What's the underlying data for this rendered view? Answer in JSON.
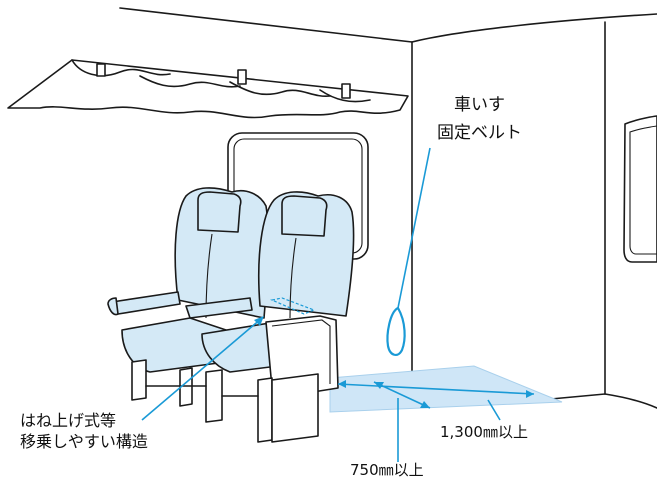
{
  "labels": {
    "belt_line1": "車いす",
    "belt_line2": "固定ベルト",
    "seat_line1": "はね上げ式等",
    "seat_line2": "移乗しやすい構造",
    "depth_dim": "1,300㎜以上",
    "width_dim": "750㎜以上"
  },
  "colors": {
    "accent": "#1a9ad6",
    "seat_fill": "#d4e9f6",
    "floor_fill": "#cfe6f7",
    "line": "#1a1a1a"
  }
}
